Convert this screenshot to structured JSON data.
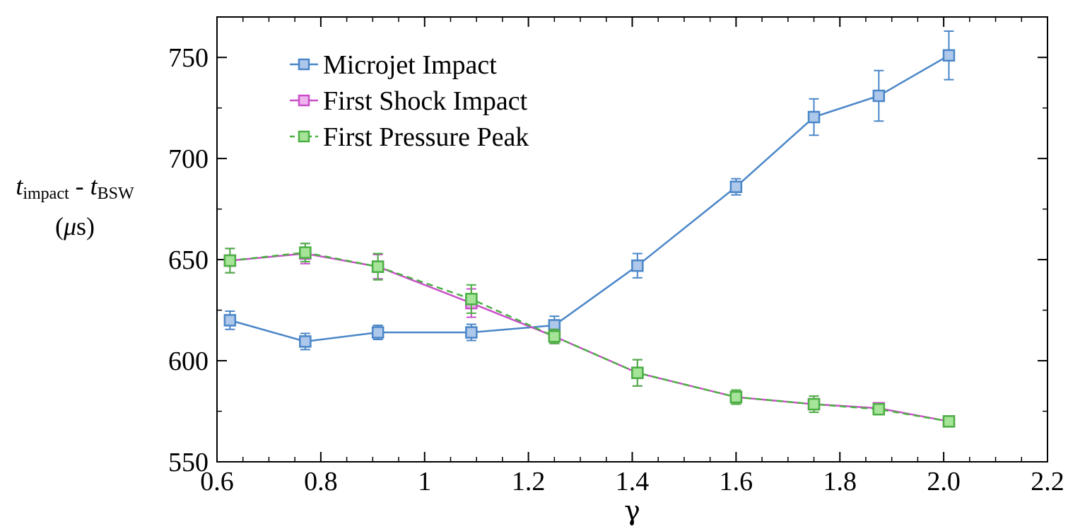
{
  "chart_data": {
    "type": "line",
    "xlabel": "γ",
    "ylabel": {
      "var1": "t",
      "sub1": "impact",
      "sep": " - ",
      "var2": "t",
      "sub2": "BSW",
      "unit_open": "(",
      "unit_mu": "μ",
      "unit_rest": "s)"
    },
    "xlim": [
      0.6,
      2.2
    ],
    "ylim": [
      550,
      770
    ],
    "xticks": [
      0.6,
      0.8,
      1.0,
      1.2,
      1.4,
      1.6,
      1.8,
      2.0,
      2.2
    ],
    "xtick_labels": [
      "0.6",
      "0.8",
      "1",
      "1.2",
      "1.4",
      "1.6",
      "1.8",
      "2.0",
      "2.2"
    ],
    "yticks": [
      550,
      600,
      650,
      700,
      750
    ],
    "ytick_labels": [
      "550",
      "600",
      "650",
      "700",
      "750"
    ],
    "grid": false,
    "legend_position": "top-left",
    "series": [
      {
        "name": "Microjet Impact",
        "line_color": "#4a86c8",
        "marker_fill": "#adc8ea",
        "dash": false,
        "x": [
          0.625,
          0.77,
          0.91,
          1.09,
          1.25,
          1.41,
          1.6,
          1.75,
          1.875,
          2.01
        ],
        "y": [
          620,
          609.5,
          614,
          614,
          617.5,
          647,
          686,
          720.5,
          731,
          751
        ],
        "err": [
          4.5,
          4,
          3.5,
          4,
          4.5,
          6,
          4,
          9,
          12.5,
          12
        ]
      },
      {
        "name": "First Shock Impact",
        "line_color": "#c94fc9",
        "marker_fill": "#eeb4ee",
        "dash": false,
        "x": [
          0.625,
          0.77,
          0.91,
          1.09,
          1.25,
          1.41,
          1.6,
          1.75,
          1.875,
          2.01
        ],
        "y": [
          649.5,
          653,
          646.5,
          628.5,
          612,
          594,
          582,
          578.5,
          576.5,
          570
        ],
        "err": [
          6,
          5,
          6,
          7,
          3.5,
          6.5,
          3.5,
          4,
          2.5,
          1.5
        ]
      },
      {
        "name": "First Pressure Peak",
        "line_color": "#4bb043",
        "marker_fill": "#a6e49a",
        "dash": true,
        "x": [
          0.625,
          0.77,
          0.91,
          1.09,
          1.25,
          1.41,
          1.6,
          1.75,
          1.875,
          2.01
        ],
        "y": [
          649.5,
          653.5,
          646.5,
          630.5,
          612,
          594,
          582,
          578.5,
          576,
          570
        ],
        "err": [
          6,
          4.5,
          6.5,
          7,
          3.5,
          6.5,
          3.5,
          4,
          2.5,
          1.5
        ]
      }
    ]
  }
}
